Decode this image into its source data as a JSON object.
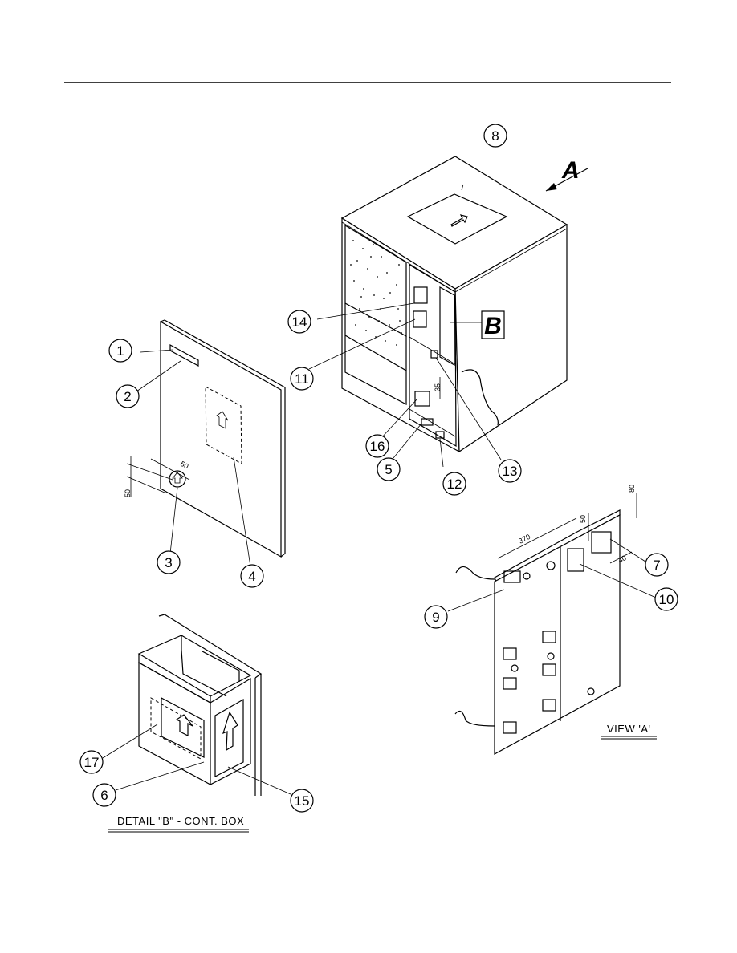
{
  "callouts": {
    "c1": "1",
    "c2": "2",
    "c3": "3",
    "c4": "4",
    "c5": "5",
    "c6": "6",
    "c7": "7",
    "c8": "8",
    "c9": "9",
    "c10": "10",
    "c11": "11",
    "c12": "12",
    "c13": "13",
    "c14": "14",
    "c15": "15",
    "c16": "16",
    "c17": "17"
  },
  "view_letters": {
    "a": "A",
    "b": "B"
  },
  "dimensions": {
    "panel_h": "50",
    "panel_v": "50",
    "unit_35": "35",
    "va_370": "370",
    "va_50": "50",
    "va_80": "80",
    "va_40": "40"
  },
  "captions": {
    "detail_b": "DETAIL \"B\" - CONT. BOX",
    "view_a": "VIEW 'A'"
  }
}
